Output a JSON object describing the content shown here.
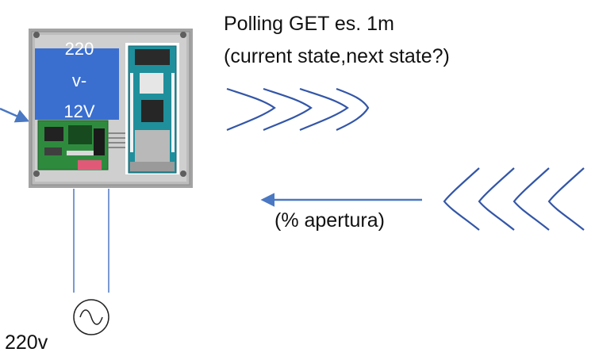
{
  "title_line1": "Polling GET es. 1m",
  "title_line2": "(current state,next state?)",
  "psu_label": {
    "line1": "220",
    "line2": "v-",
    "line3": "12V"
  },
  "return_label": "(% apertura)",
  "supply_label": "220v",
  "colors": {
    "arrow": "#4a78c2",
    "wave": "#3356a8",
    "psu_panel": "#3a6fd0",
    "enclosure": "#9a9a9a",
    "mcu_board": "#1f8f9c",
    "driver_board": "#2e8b3e",
    "wire": "#4f78c4"
  },
  "icons": [
    "ac-source-icon",
    "signal-wave-icon"
  ]
}
